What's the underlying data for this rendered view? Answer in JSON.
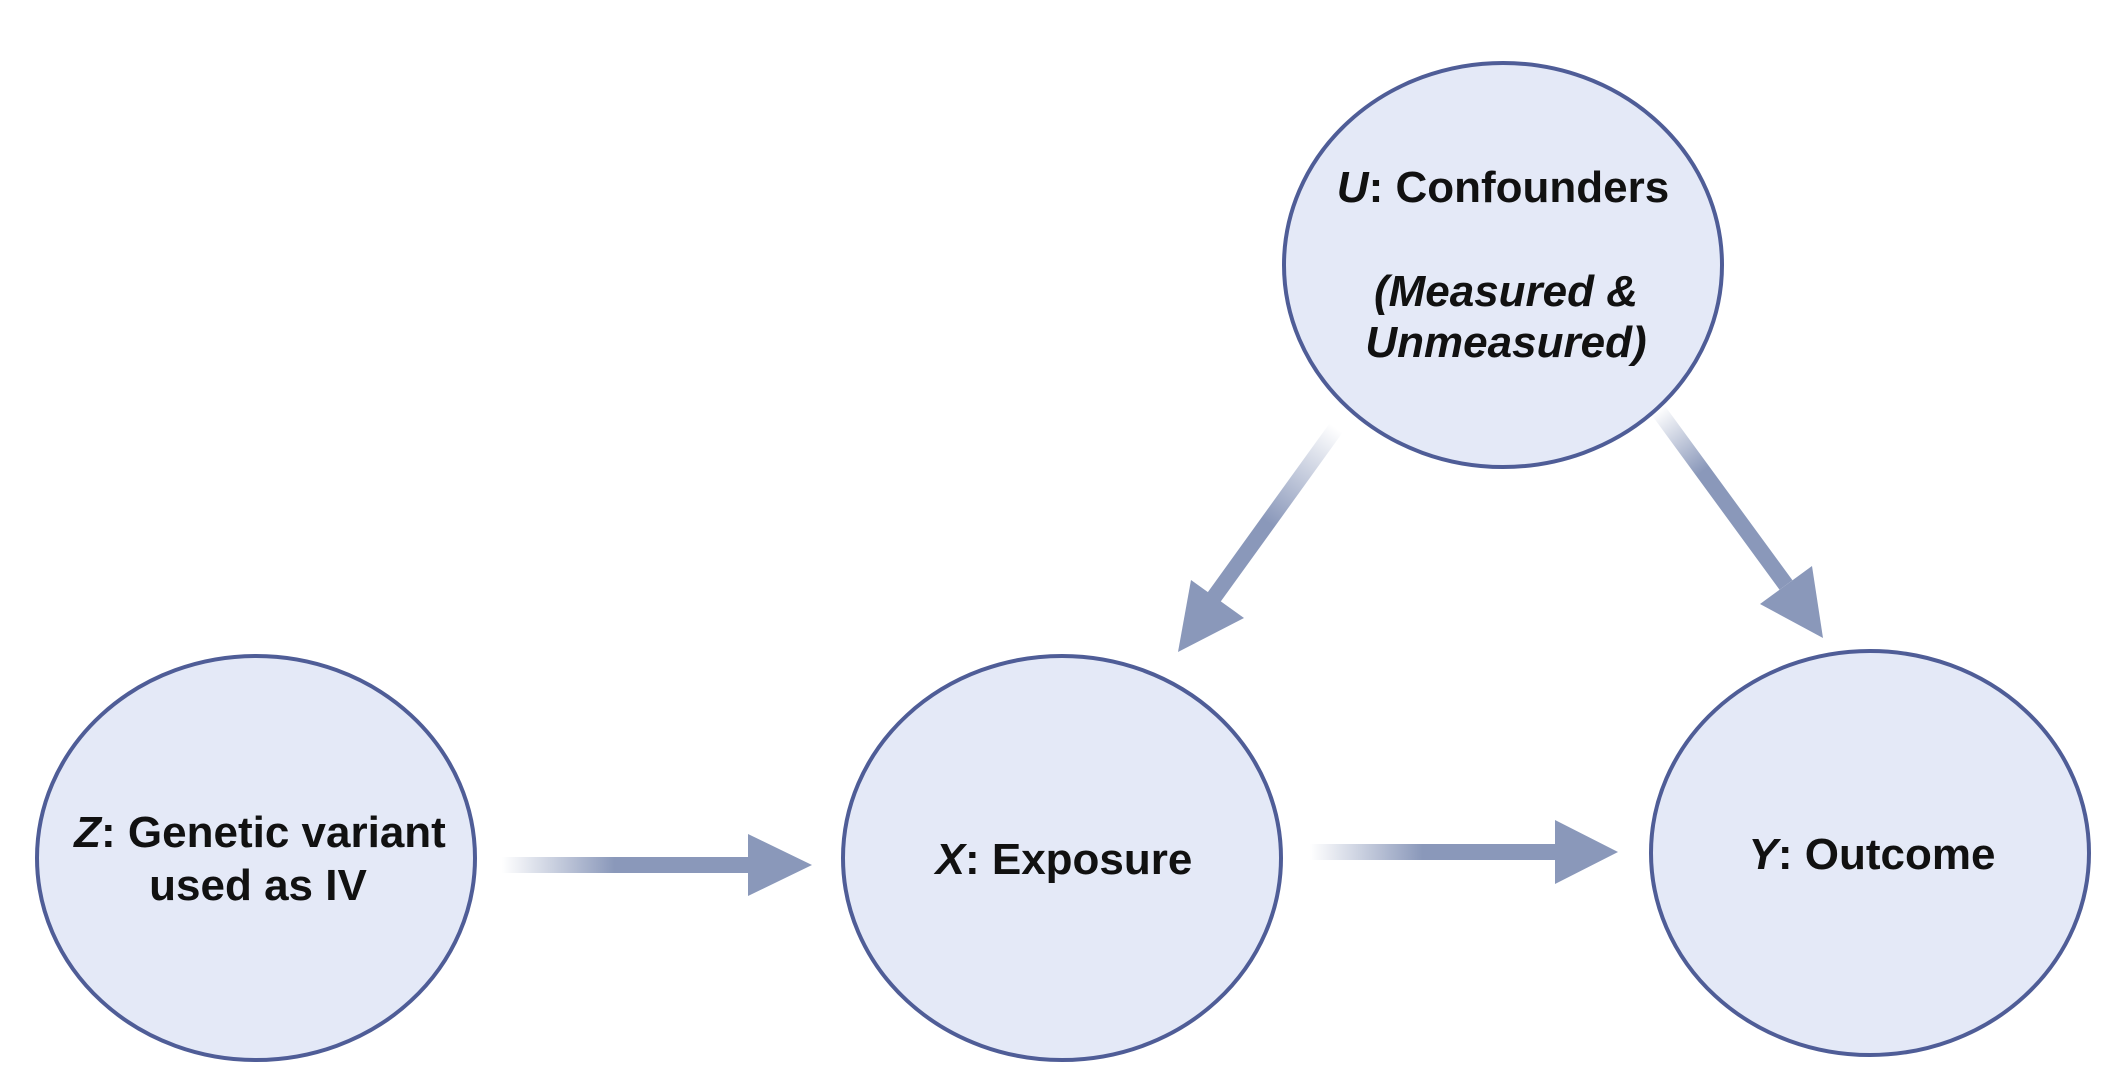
{
  "nodes": {
    "confounders": {
      "var": "U",
      "label": ": Confounders",
      "note_line1": "(Measured &",
      "note_line2": "Unmeasured)"
    },
    "genetic_variant": {
      "var": "Z",
      "label_line1": ": Genetic variant",
      "label_line2": "used as IV"
    },
    "exposure": {
      "var": "X",
      "label": ": Exposure"
    },
    "outcome": {
      "var": "Y",
      "label": ": Outcome"
    }
  },
  "colors": {
    "node_fill": "#e4e9f7",
    "node_stroke": "#4f5d97",
    "arrow": "#8a98ba"
  }
}
